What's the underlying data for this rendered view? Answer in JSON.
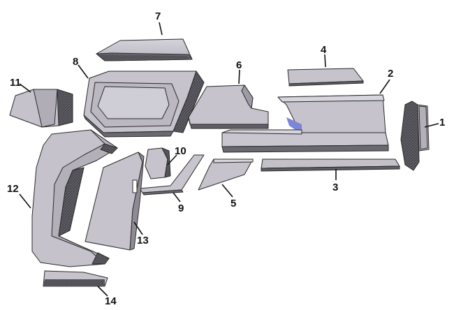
{
  "callouts": [
    {
      "id": "1",
      "label": "1"
    },
    {
      "id": "2",
      "label": "2"
    },
    {
      "id": "3",
      "label": "3"
    },
    {
      "id": "4",
      "label": "4"
    },
    {
      "id": "5",
      "label": "5"
    },
    {
      "id": "6",
      "label": "6"
    },
    {
      "id": "7",
      "label": "7"
    },
    {
      "id": "8",
      "label": "8"
    },
    {
      "id": "9",
      "label": "9"
    },
    {
      "id": "10",
      "label": "10"
    },
    {
      "id": "11",
      "label": "11"
    },
    {
      "id": "12",
      "label": "12"
    },
    {
      "id": "13",
      "label": "13"
    },
    {
      "id": "14",
      "label": "14"
    }
  ],
  "colors": {
    "face": "#c3c0c9",
    "face_light": "#d2d0d8",
    "face_dark": "#8f8c96",
    "side": "#5d5c62",
    "edge": "#2a2a2a",
    "accent": "#7b86d6"
  }
}
